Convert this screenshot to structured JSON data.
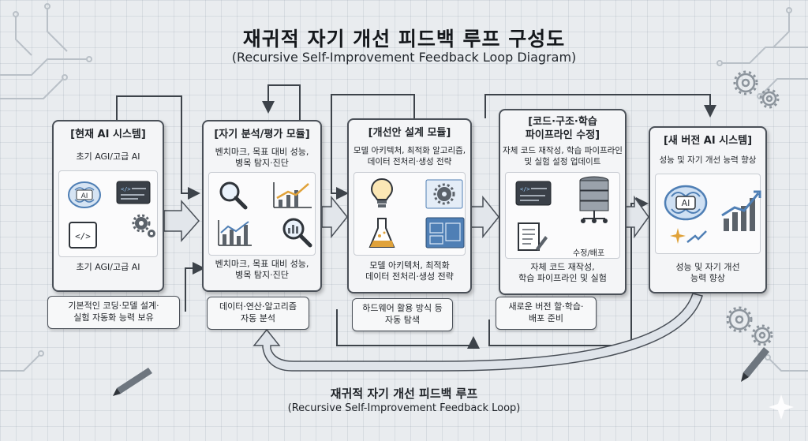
{
  "title": {
    "korean": "재귀적 자기 개선 피드백 루프 구성도",
    "english": "(Recursive Self-Improvement Feedback Loop Diagram)"
  },
  "stages": [
    {
      "header": "[현재 AI 시스템]",
      "subtitle": "초기 AGI/고급 AI",
      "caption": "초기 AGI/고급 AI",
      "note": [
        "기본적인 코딩·모델 설계·",
        "실험 자동화 능력 보유"
      ],
      "icons": [
        "ai-brain-icon",
        "code-window-icon",
        "gears-icon",
        "code-editor-icon"
      ]
    },
    {
      "header": "[자기 분석/평가 모듈]",
      "subtitle": [
        "벤치마크, 목표 대비 성능,",
        "병목 탐지·진단"
      ],
      "caption": [
        "벤치마크, 목표 대비 성능,",
        "병목 탐지·진단"
      ],
      "note": [
        "데이터·연산·알고리즘",
        "자동 분석"
      ],
      "icons": [
        "magnifier-icon",
        "rising-chart-icon",
        "bar-chart-icon",
        "analysis-magnifier-icon"
      ]
    },
    {
      "header": "[개선안 설계 모듈]",
      "subtitle": [
        "모델 아키텍처, 최적화 알고리즘,",
        "데이터 전처리·생성 전략"
      ],
      "caption": [
        "모델 아키텍처, 최적화",
        "데이터 전처리·생성 전략"
      ],
      "note": [
        "하드웨어 활용 방식 등",
        "자동 탐색"
      ],
      "icons": [
        "lightbulb-icon",
        "gear-blueprint-icon",
        "flask-icon",
        "blueprint-icon"
      ]
    },
    {
      "header": [
        "[코드·구조·학습",
        "파이프라인 수정]"
      ],
      "subtitle": [
        "자체 코드 재작성, 학습 파이프라인",
        "및 실험 설정 업데이트"
      ],
      "caption": [
        "자체 코드 재작성,",
        "학습 파이프라인 및 실험"
      ],
      "note": [
        "새로운 버전 할·학습·",
        "배포 준비"
      ],
      "deploy_label": "수정/배포",
      "icons": [
        "code-window-icon",
        "server-icon",
        "document-pen-icon"
      ]
    },
    {
      "header": "[새 버전 AI 시스템]",
      "subtitle": "성능 및 자기 개선 능력 향상",
      "caption": [
        "성능 및 자기 개선",
        "능력 향상"
      ],
      "icons": [
        "ai-brain-icon",
        "growth-chart-icon",
        "sparkle-icon"
      ]
    }
  ],
  "loop": {
    "korean": "재귀적 자기 개선 피드백 루프",
    "english": "(Recursive Self-Improvement Feedback Loop)"
  },
  "colors": {
    "background": "#e9ecef",
    "panel": "#f4f5f7",
    "border": "#4a5058",
    "brain_blue": "#4f7fb5",
    "accent_orange": "#e0a23a",
    "arrow_fill": "#e2e6eb",
    "circuit_line": "#b9c0c7"
  }
}
